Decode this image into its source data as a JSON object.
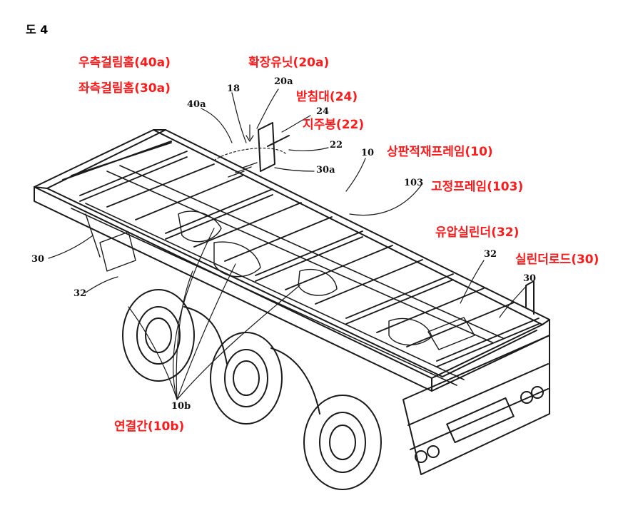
{
  "figure": {
    "title": "도 4"
  },
  "colors": {
    "label": "#ff1a1a",
    "line": "#1a1a1a"
  },
  "labels": {
    "right_catch_groove": "우측걸림홈(40a)",
    "left_catch_groove": "좌측걸림홈(30a)",
    "expansion_unit": "확장유닛(20a)",
    "support_stand": "받침대(24)",
    "support_pillar": "지주봉(22)",
    "upper_load_frame": "상판적재프레임(10)",
    "fixed_frame": "고정프레임(103)",
    "hydraulic_cylinder": "유압실린더(32)",
    "cylinder_rod": "실린더로드(30)",
    "connecting_rod": "연결간(10b)"
  },
  "ref_numerals": {
    "n40a": "40a",
    "n18": "18",
    "n20a": "20a",
    "n24": "24",
    "n22": "22",
    "n30a": "30a",
    "n10": "10",
    "n103": "103",
    "n30_left": "30",
    "n32_left": "32",
    "n32_right": "32",
    "n30_right": "30",
    "n10b": "10b"
  }
}
